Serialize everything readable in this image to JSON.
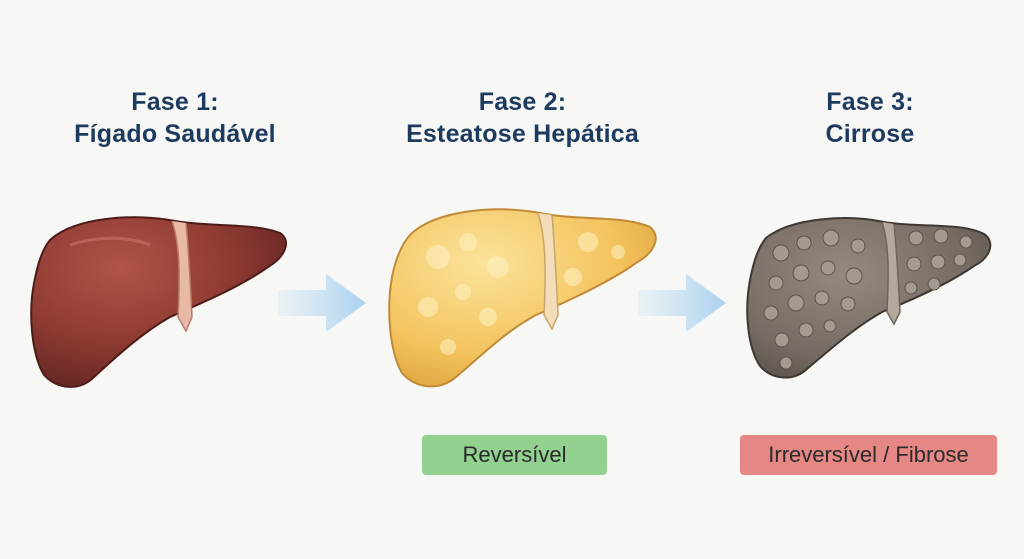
{
  "stages": [
    {
      "title_line1": "Fase 1:",
      "title_line2": "Fígado Saudável"
    },
    {
      "title_line1": "Fase 2:",
      "title_line2": "Esteatose Hepática"
    },
    {
      "title_line1": "Fase 3:",
      "title_line2": "Cirrose"
    }
  ],
  "badges": {
    "reversible": "Reversível",
    "irreversible": "Irreversível / Fibrose"
  },
  "colors": {
    "title": "#1d3a5f",
    "healthy_liver": "#8e3a32",
    "fatty_liver": "#f3c35e",
    "cirrhotic_liver": "#756b62",
    "arrow": "#bcdcf3",
    "reversible_badge": "#92d18f",
    "irreversible_badge": "#e58885"
  }
}
